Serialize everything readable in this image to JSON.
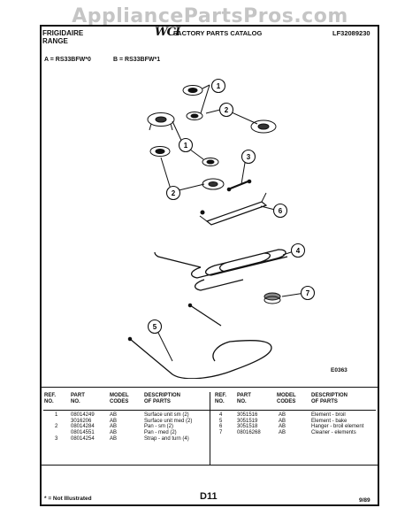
{
  "watermark": "AppliancePartsPros.com",
  "header": {
    "brand": "FRIGIDAIRE",
    "product": "RANGE",
    "logo": "WCI",
    "catalog_title": "FACTORY PARTS CATALOG",
    "catalog_number": "LF32089230"
  },
  "models": {
    "a": "A = RS33BFW*0",
    "b": "B = RS33BFW*1"
  },
  "diagram": {
    "code": "E0363",
    "callouts": [
      "1",
      "2",
      "1",
      "2",
      "3",
      "6",
      "4",
      "7",
      "5"
    ]
  },
  "table": {
    "headers": {
      "ref_no": "REF.\nNO.",
      "part_no": "PART\nNO.",
      "model_codes": "MODEL\nCODES",
      "description": "DESCRIPTION\nOF PARTS"
    },
    "left_rows": [
      {
        "ref": "1",
        "part": "08014249",
        "code": "AB",
        "desc": "Surface unit sm (2)"
      },
      {
        "ref": "",
        "part": "3016206",
        "code": "AB",
        "desc": "Surface unit med (2)"
      },
      {
        "ref": "2",
        "part": "08014284",
        "code": "AB",
        "desc": "Pan - sm (2)"
      },
      {
        "ref": "",
        "part": "08014551",
        "code": "AB",
        "desc": "Pan - med (2)"
      },
      {
        "ref": "3",
        "part": "08014254",
        "code": "AB",
        "desc": "Strap - and turn (4)"
      }
    ],
    "right_rows": [
      {
        "ref": "4",
        "part": "3051516",
        "code": "AB",
        "desc": "Element - broil"
      },
      {
        "ref": "5",
        "part": "3051519",
        "code": "AB",
        "desc": "Element - bake"
      },
      {
        "ref": "6",
        "part": "3051518",
        "code": "AB",
        "desc": "Hanger - broil element"
      },
      {
        "ref": "7",
        "part": "08016268",
        "code": "AB",
        "desc": "Cleaner - elements"
      }
    ]
  },
  "footer": {
    "note": "* = Not Illustrated",
    "page": "D11",
    "date": "9/89"
  }
}
